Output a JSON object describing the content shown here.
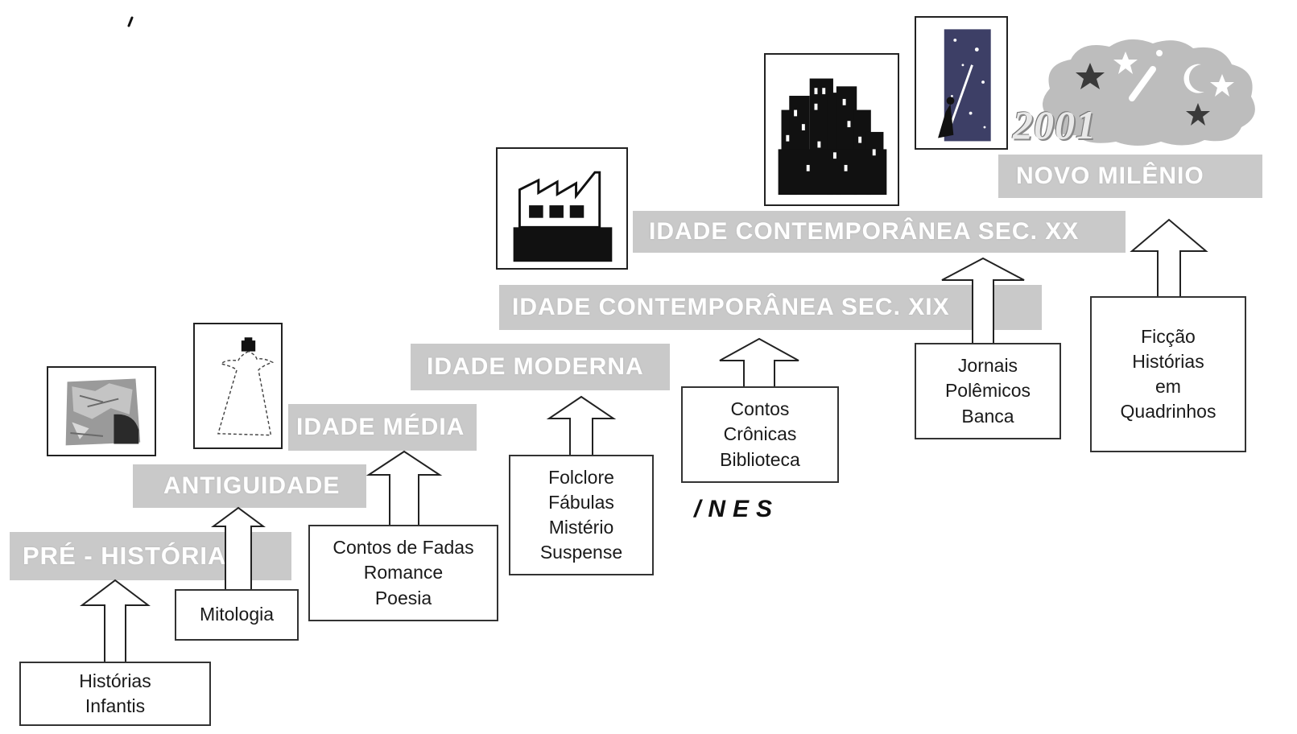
{
  "eras": {
    "pre_historia": "PRÉ - HISTÓRIA",
    "antiguidade": "ANTIGUIDADE",
    "idade_media": "IDADE MÉDIA",
    "idade_moderna": "IDADE MODERNA",
    "contemporanea_xix": "IDADE CONTEMPORÂNEA SEC. XIX",
    "contemporanea_xx": "IDADE CONTEMPORÂNEA SEC. XX",
    "novo_milenio": "NOVO MILÊNIO"
  },
  "boxes": {
    "pre_historia": [
      "Histórias",
      "Infantis"
    ],
    "antiguidade": [
      "Mitologia"
    ],
    "idade_media": [
      "Contos de Fadas",
      "Romance",
      "Poesia"
    ],
    "idade_moderna": [
      "Folclore",
      "Fábulas",
      "Mistério",
      "Suspense"
    ],
    "contemporanea_xix": [
      "Contos",
      "Crônicas",
      "Biblioteca"
    ],
    "contemporanea_xx": [
      "Jornais",
      "Polêmicos",
      "Banca"
    ],
    "novo_milenio": [
      "Ficção",
      "Histórias",
      "em",
      "Quadrinhos"
    ]
  },
  "logo": "/NES",
  "year": "2001",
  "icons": {
    "pre_historia": "cave-icon",
    "antiguidade": "robed-figure-icon",
    "idade_moderna": "factory-icon",
    "contemporanea_xx": "city-skyline-icon",
    "novo_milenio_small": "telescope-stars-icon",
    "novo_milenio_large": "night-cloud-icon"
  },
  "colors": {
    "band": "#c9c9c9",
    "band_text": "#ffffff",
    "box_border": "#333333"
  }
}
